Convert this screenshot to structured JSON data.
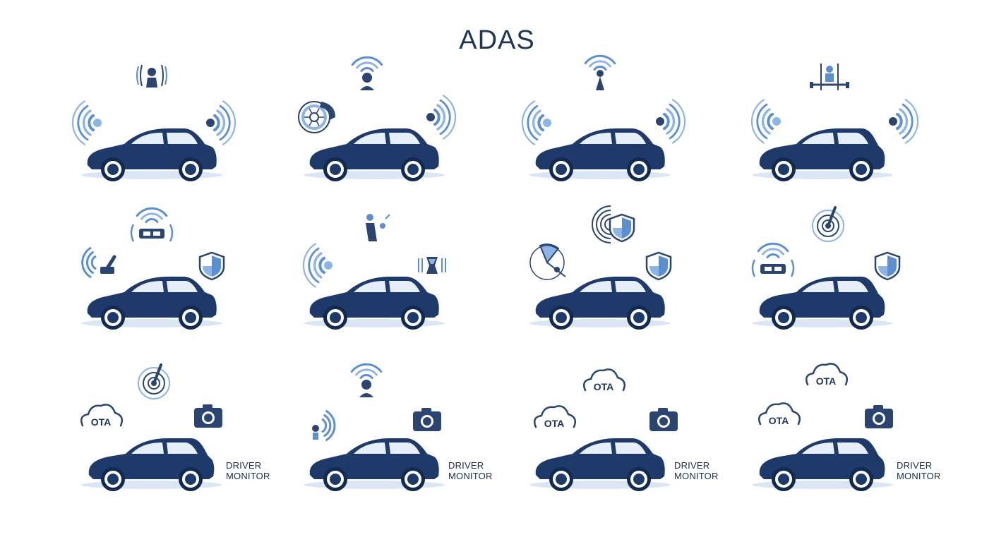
{
  "title": "ADAS",
  "ota_label": "OTA",
  "driver_monitor_label": [
    "DRIVER",
    "MONITOR"
  ],
  "colors": {
    "car": "#1e3a6a",
    "car_dark": "#122a4f",
    "wave": "#5b8fd4",
    "wave_light": "#8db4e6",
    "icon": "#2a4570",
    "shadow": "#dbe6f4",
    "window": "#e6eef9"
  },
  "cells": [
    {
      "row": 0,
      "col": 0,
      "icons": [
        "person-beacon-icon",
        "left-sensor-waves-icon",
        "right-sensor-waves-icon"
      ]
    },
    {
      "row": 0,
      "col": 1,
      "icons": [
        "person-wifi-icon",
        "brake-disc-icon",
        "right-sensor-waves-icon"
      ]
    },
    {
      "row": 0,
      "col": 2,
      "icons": [
        "antenna-wifi-icon",
        "left-sensor-waves-icon",
        "right-sensor-waves-icon"
      ]
    },
    {
      "row": 0,
      "col": 3,
      "icons": [
        "lane-person-icon",
        "left-sensor-waves-icon",
        "right-sensor-waves-icon"
      ]
    },
    {
      "row": 1,
      "col": 0,
      "icons": [
        "seat-wifi-icon",
        "gear-lever-waves-icon",
        "shield-icon"
      ]
    },
    {
      "row": 1,
      "col": 1,
      "icons": [
        "driver-seat-icon",
        "left-sensor-waves-icon",
        "side-sensor-icon"
      ]
    },
    {
      "row": 1,
      "col": 2,
      "icons": [
        "radar-shield-icon",
        "radar-scope-icon",
        "shield-icon"
      ]
    },
    {
      "row": 1,
      "col": 3,
      "icons": [
        "radar-dish-icon",
        "seat-wifi-icon",
        "shield-icon"
      ]
    },
    {
      "row": 2,
      "col": 0,
      "icons": [
        "radar-dish-icon",
        "ota-cloud-icon",
        "camera-icon"
      ],
      "driver_monitor": true
    },
    {
      "row": 2,
      "col": 1,
      "icons": [
        "person-wifi-icon",
        "sensor-waves-icon",
        "camera-icon"
      ],
      "driver_monitor": true
    },
    {
      "row": 2,
      "col": 2,
      "icons": [
        "ota-cloud-icon",
        "ota-cloud-icon",
        "camera-icon"
      ],
      "driver_monitor": true
    },
    {
      "row": 2,
      "col": 3,
      "icons": [
        "ota-cloud-icon",
        "ota-cloud-icon",
        "camera-icon"
      ],
      "driver_monitor": true
    }
  ]
}
